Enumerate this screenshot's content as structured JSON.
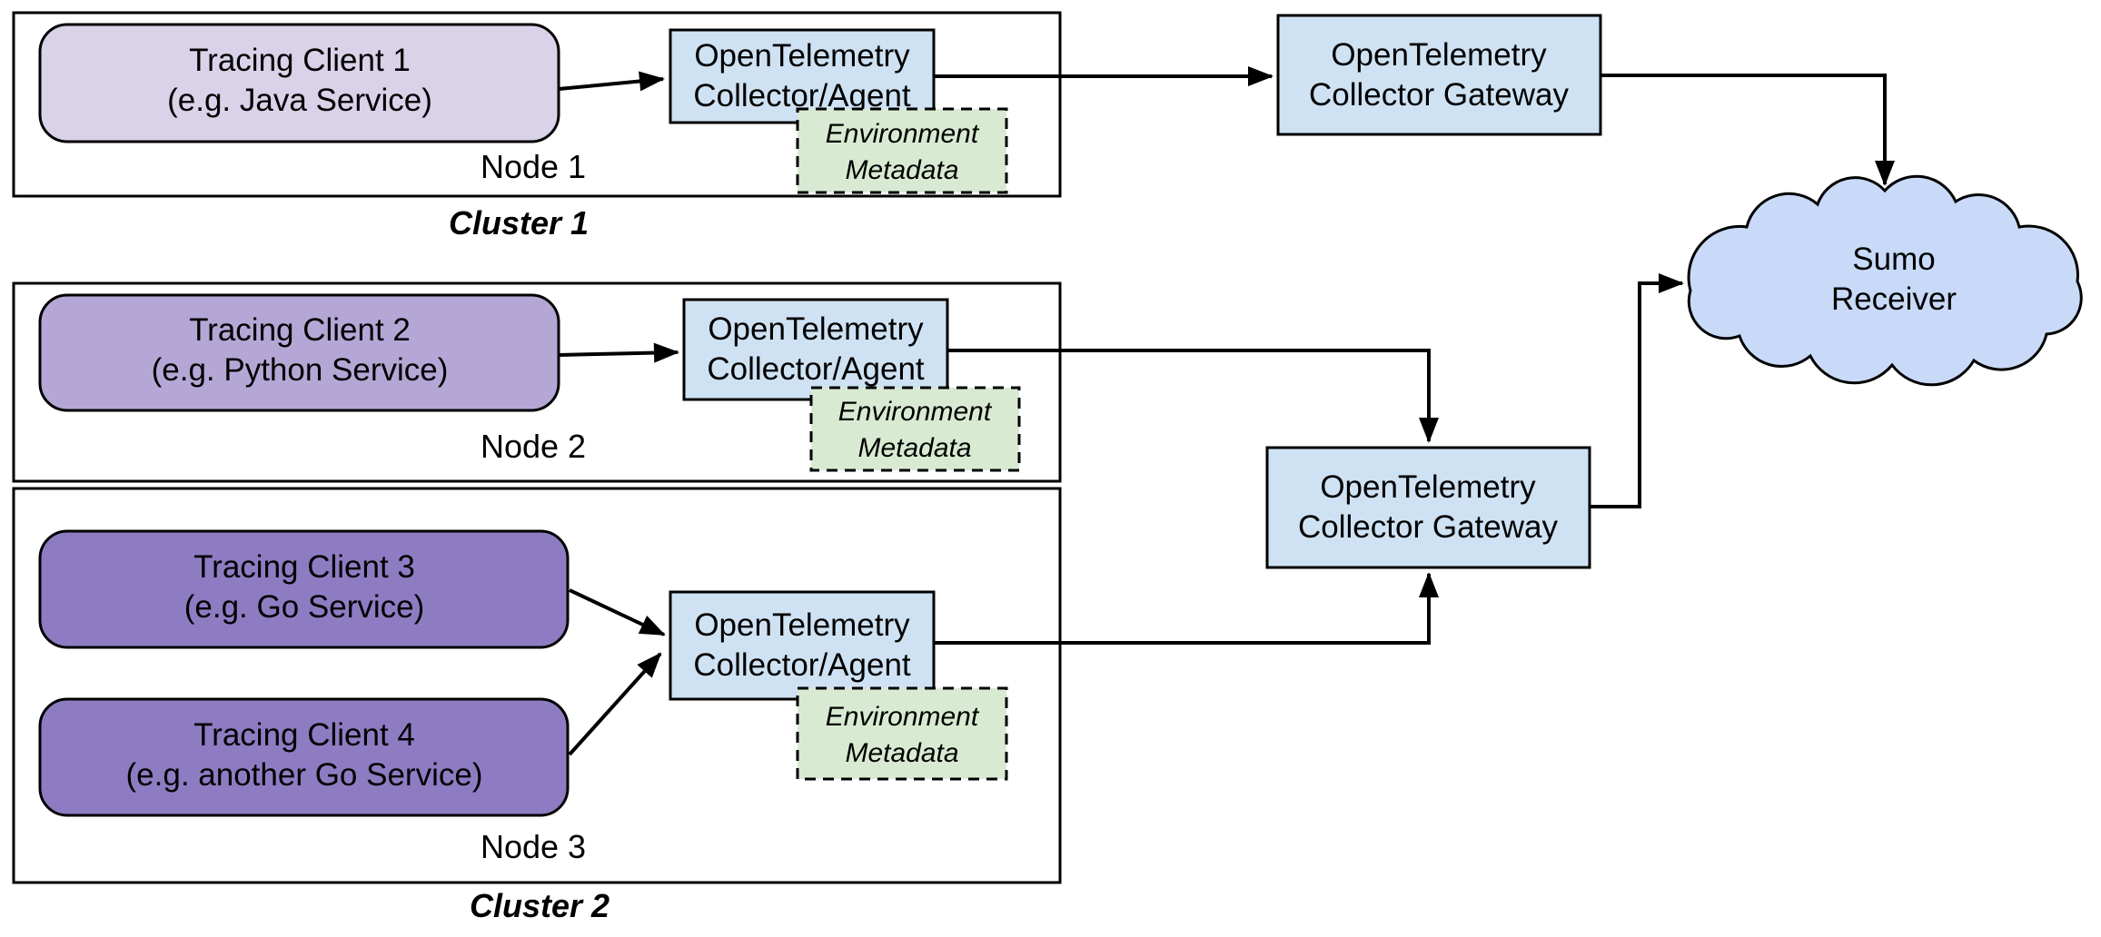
{
  "colors": {
    "client_light": "#d9d2e9",
    "client_medium": "#b4a7d6",
    "client_dark": "#8e7cc3",
    "collector_blue": "#cfe2f3",
    "gateway_blue": "#cfe2f3",
    "metadata_green": "#d9ead3",
    "cloud_blue": "#c9daf8",
    "outline": "#000000",
    "background": "#ffffff"
  },
  "clusters": [
    {
      "label": "Cluster 1"
    },
    {
      "label": "Cluster 2"
    }
  ],
  "nodes": [
    {
      "label": "Node 1"
    },
    {
      "label": "Node 2"
    },
    {
      "label": "Node 3"
    }
  ],
  "clients": [
    {
      "line1": "Tracing Client 1",
      "line2": "(e.g. Java Service)"
    },
    {
      "line1": "Tracing Client 2",
      "line2": "(e.g. Python Service)"
    },
    {
      "line1": "Tracing Client 3",
      "line2": "(e.g. Go Service)"
    },
    {
      "line1": "Tracing Client 4",
      "line2": "(e.g. another Go Service)"
    }
  ],
  "collectors": [
    {
      "line1": "OpenTelemetry",
      "line2": "Collector/Agent"
    },
    {
      "line1": "OpenTelemetry",
      "line2": "Collector/Agent"
    },
    {
      "line1": "OpenTelemetry",
      "line2": "Collector/Agent"
    }
  ],
  "metadata": [
    {
      "line1": "Environment",
      "line2": "Metadata"
    },
    {
      "line1": "Environment",
      "line2": "Metadata"
    },
    {
      "line1": "Environment",
      "line2": "Metadata"
    }
  ],
  "gateways": [
    {
      "line1": "OpenTelemetry",
      "line2": "Collector Gateway"
    },
    {
      "line1": "OpenTelemetry",
      "line2": "Collector Gateway"
    }
  ],
  "receiver": {
    "line1": "Sumo",
    "line2": "Receiver"
  }
}
